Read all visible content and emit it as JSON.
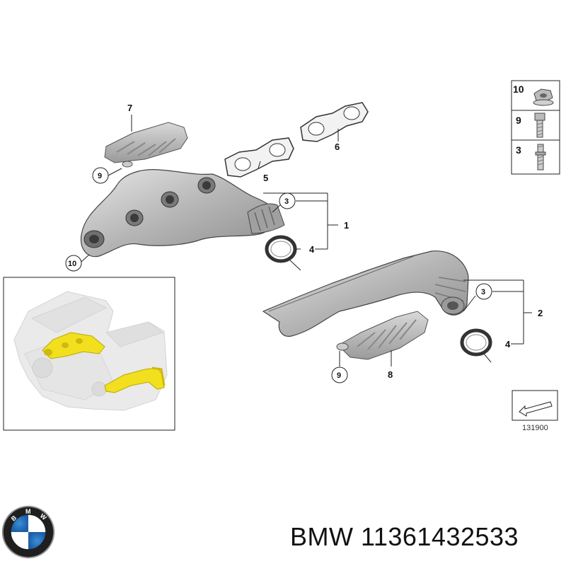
{
  "title": {
    "brand": "BMW",
    "part_number": "11361432533"
  },
  "reference_code": "131900",
  "logo": {
    "letters": [
      "B",
      "M",
      "W"
    ]
  },
  "callouts": {
    "c1": "1",
    "c2": "2",
    "c3a": "3",
    "c3b": "3",
    "c4a": "4",
    "c4b": "4",
    "c5": "5",
    "c6": "6",
    "c7": "7",
    "c8": "8",
    "c9a": "9",
    "c9b": "9",
    "c10": "10"
  },
  "fastener_legend": [
    {
      "number": "10",
      "icon": "flange-nut-icon"
    },
    {
      "number": "9",
      "icon": "bolt-icon"
    },
    {
      "number": "3",
      "icon": "stud-icon"
    }
  ],
  "colors": {
    "part_grey": "#bdbdbd",
    "highlight_yellow": "#f2e01f",
    "line": "#222222"
  }
}
